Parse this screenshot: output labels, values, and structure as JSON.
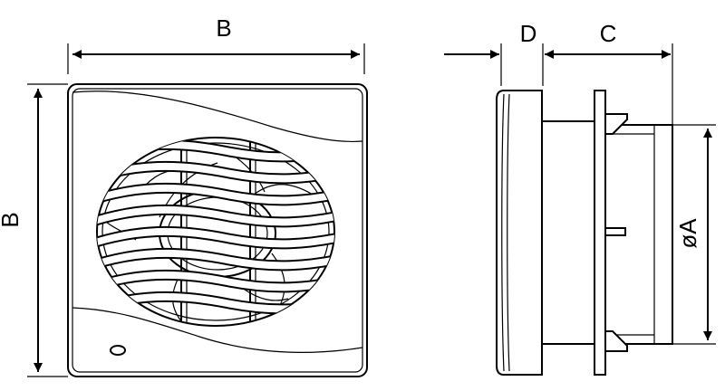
{
  "labels": {
    "front_width": "B",
    "front_height": "B",
    "depth_front": "D",
    "depth_body": "C",
    "diameter": "øA"
  },
  "colors": {
    "line": "#000000",
    "background": "#ffffff"
  }
}
